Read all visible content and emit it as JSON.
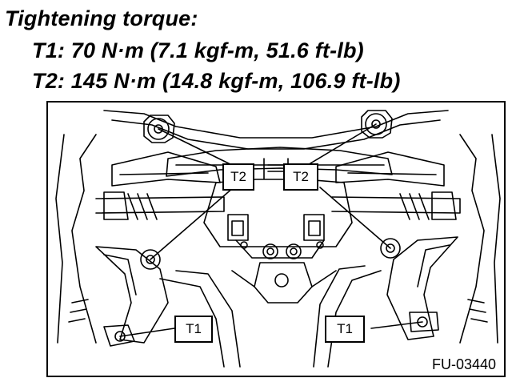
{
  "heading": {
    "title": "Tightening torque:",
    "t1": "T1: 70 N·m (7.1 kgf-m, 51.6 ft-lb)",
    "t2": "T2: 145 N·m (14.8 kgf-m, 106.9 ft-lb)"
  },
  "callouts": {
    "t2_left": "T2",
    "t2_right": "T2",
    "t1_left": "T1",
    "t1_right": "T1"
  },
  "figure_id": "FU-03440"
}
